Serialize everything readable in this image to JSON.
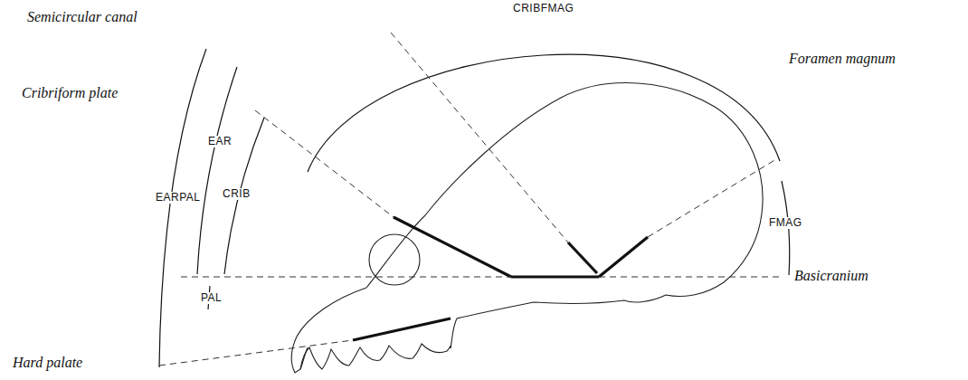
{
  "diagram": {
    "labels": [
      "Semicircular canal",
      "Cribriform plate",
      "EARPAL",
      "EAR",
      "CRIB",
      "PAL",
      "Hard palate",
      "CRIBFMAG",
      "Foramen magnum",
      "FMAG",
      "Basicranium"
    ]
  }
}
